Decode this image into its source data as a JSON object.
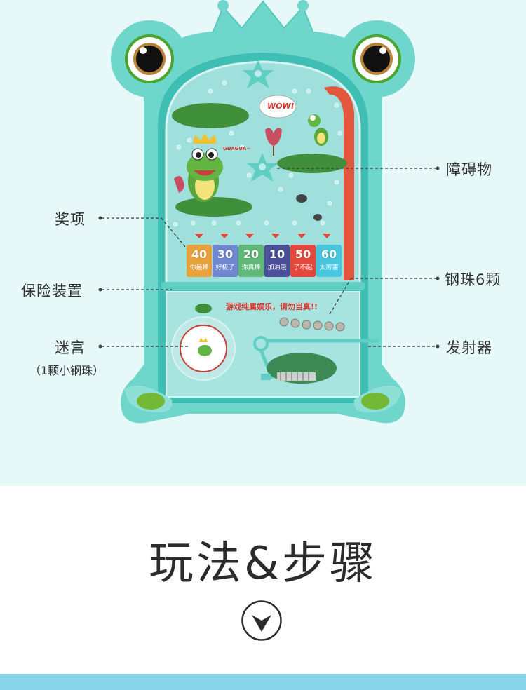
{
  "product": {
    "name": "Frog pinball toy",
    "colors": {
      "panel_bg": "#e6f8f8",
      "body": "#6fd6cc",
      "body_dark": "#3fbfb3",
      "board": "#9fe0dc",
      "lane_red": "#e3573f",
      "bottom_band": "#88d5ea"
    },
    "board_text": {
      "wow": "WOW!",
      "guagua": "GUAGUA~",
      "warning": "游戏纯属娱乐，请勿当真!!"
    },
    "score_tiles": [
      {
        "value": "40",
        "text": "你最棒",
        "color": "#e9a13b"
      },
      {
        "value": "30",
        "text": "好极了",
        "color": "#6f86d0"
      },
      {
        "value": "20",
        "text": "你真棒",
        "color": "#5fb878"
      },
      {
        "value": "10",
        "text": "加油哦",
        "color": "#4b4f9a"
      },
      {
        "value": "50",
        "text": "了不起",
        "color": "#e4483c"
      },
      {
        "value": "60",
        "text": "太厉害",
        "color": "#47c6de"
      }
    ],
    "steel_balls_count": 6
  },
  "callouts": {
    "left": [
      {
        "label": "奖项"
      },
      {
        "label": "保险装置"
      },
      {
        "label": "迷宫",
        "sub": "（1颗小钢珠）"
      }
    ],
    "right": [
      {
        "label": "障碍物"
      },
      {
        "label": "钢珠6颗"
      },
      {
        "label": "发射器"
      }
    ]
  },
  "section": {
    "title": "玩法&步骤",
    "down_icon": "chevron-down-circle-icon"
  }
}
